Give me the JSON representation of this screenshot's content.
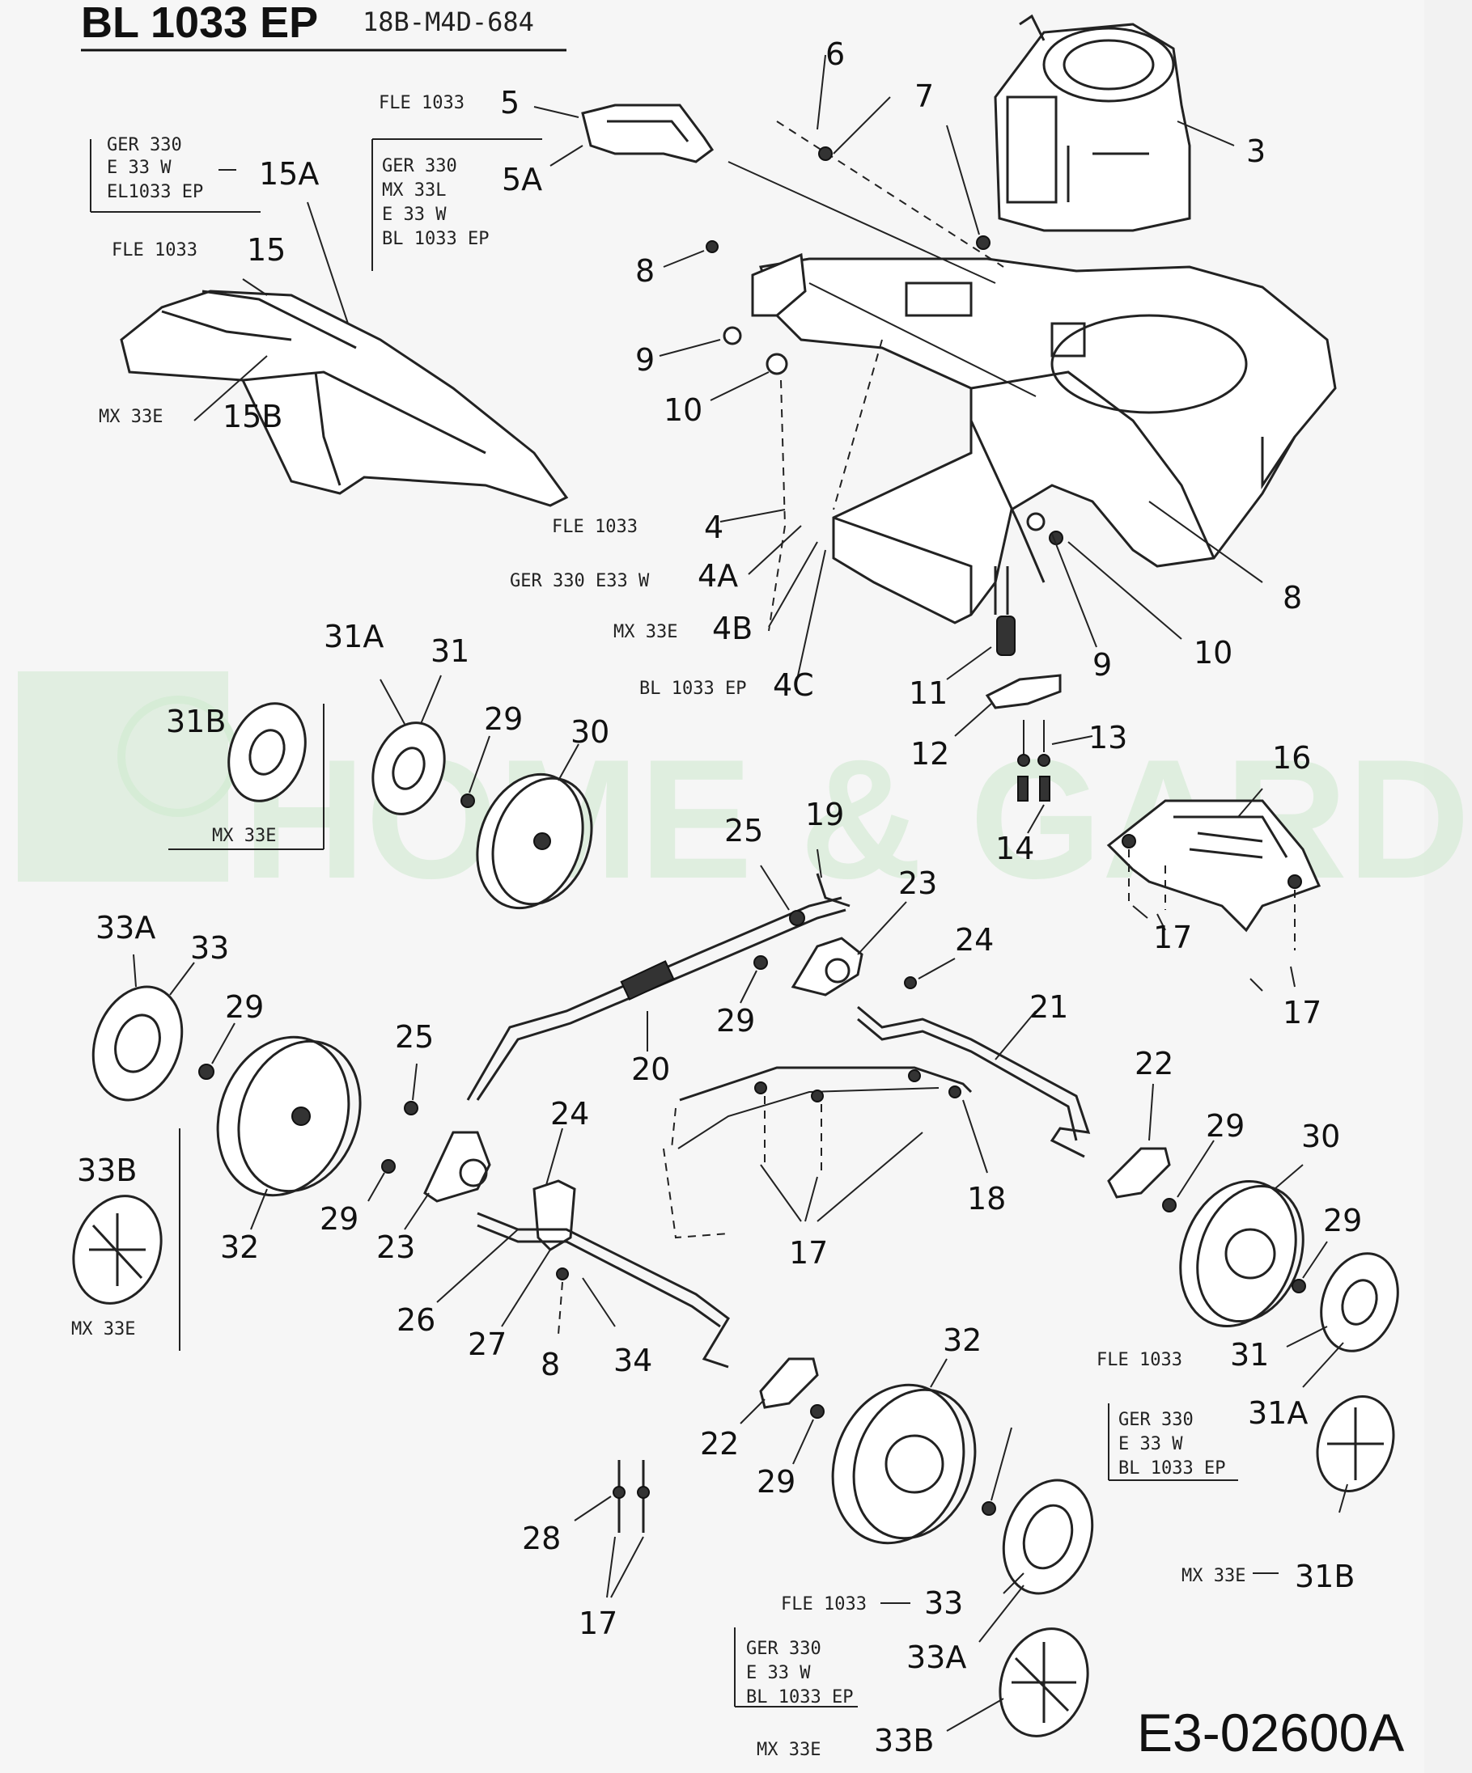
{
  "header": {
    "title": "BL 1033 EP",
    "model_code": "18B-M4D-684"
  },
  "figure_code": "E3-02600A",
  "watermark": {
    "text": "HOME & GARDEN"
  },
  "callouts": {
    "c3": "3",
    "c4": "4",
    "c4a": "4A",
    "c4b": "4B",
    "c4c": "4C",
    "c5": "5",
    "c5a": "5A",
    "c6": "6",
    "c7": "7",
    "c8a": "8",
    "c8b": "8",
    "c8c": "8",
    "c9a": "9",
    "c9b": "9",
    "c10a": "10",
    "c10b": "10",
    "c11": "11",
    "c12": "12",
    "c13": "13",
    "c14": "14",
    "c15": "15",
    "c15a": "15A",
    "c15b": "15B",
    "c16": "16",
    "c17a": "17",
    "c17b": "17",
    "c17c": "17",
    "c17d": "17",
    "c18": "18",
    "c19": "19",
    "c20": "20",
    "c21": "21",
    "c22a": "22",
    "c22b": "22",
    "c23a": "23",
    "c23b": "23",
    "c24a": "24",
    "c24b": "24",
    "c25a": "25",
    "c25b": "25",
    "c26": "26",
    "c27": "27",
    "c28": "28",
    "c29a": "29",
    "c29b": "29",
    "c29c": "29",
    "c29d": "29",
    "c29e": "29",
    "c29f": "29",
    "c29g": "29",
    "c30a": "30",
    "c30b": "30",
    "c31a": "31",
    "c31b": "31",
    "c31A1": "31A",
    "c31A2": "31A",
    "c31B1": "31B",
    "c31B2": "31B",
    "c32a": "32",
    "c32b": "32",
    "c33a": "33",
    "c33b": "33",
    "c33A1": "33A",
    "c33A2": "33A",
    "c33B1": "33B",
    "c33B2": "33B",
    "c34": "34"
  },
  "variant_labels": {
    "fle1033_5": "FLE 1033",
    "box_5a": [
      "GER 330",
      "MX 33L",
      "E 33 W",
      "BL 1033 EP"
    ],
    "box_15a": [
      "GER 330",
      "E 33 W",
      "EL1033 EP"
    ],
    "fle1033_15": "FLE 1033",
    "mx33e_15b": "MX 33E",
    "fle1033_4": "FLE 1033",
    "ger_4a": "GER 330  E33 W",
    "mx33e_4b": "MX 33E",
    "bl_4c": "BL 1033 EP",
    "mx33e_31b": "MX 33E",
    "mx33e_33b": "MX 33E",
    "fle1033_31": "FLE 1033",
    "box_31a": [
      "GER 330",
      "E 33 W",
      "BL 1033 EP"
    ],
    "mx33e_31b2": "MX 33E",
    "fle1033_33": "FLE 1033",
    "box_33a": [
      "GER 330",
      "E 33 W",
      "BL 1033 EP"
    ],
    "mx33e_33b2": "MX 33E"
  }
}
